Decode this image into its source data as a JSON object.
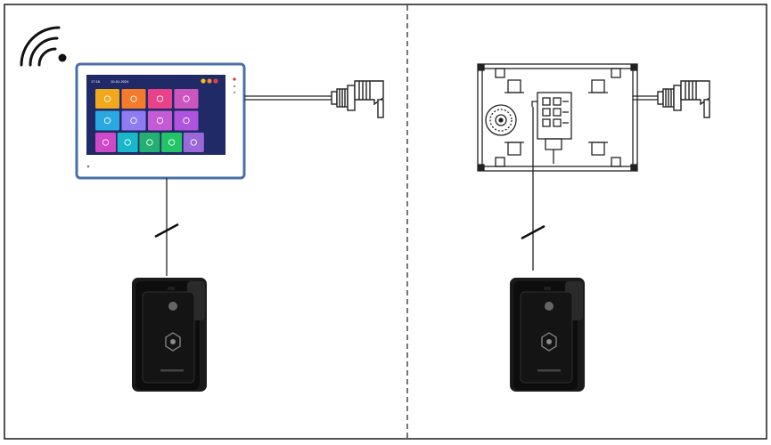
{
  "panels": [
    {
      "name": "Wireless connection",
      "monitor": {
        "status_time": "17:16",
        "status_date": "10-01-2024",
        "tile_colors": [
          "#f2a81d",
          "#f47a2c",
          "#e9428b",
          "#cc55c0",
          "#2aa8e0",
          "#8e7cf0",
          "#c45bd4",
          "#b054e0",
          "#cf48c7",
          "#18b7c9",
          "#23b070",
          "#22c466",
          "#9a68d8"
        ],
        "tile_icons": [
          "camera-icon",
          "music-icon",
          "gallery-icon",
          "settings-icon",
          "calendar-icon",
          "phone-icon",
          "door-icon",
          "lock-icon",
          "volume-icon",
          "volume-icon",
          "door-icon",
          "camera-icon",
          "speaker-icon"
        ]
      },
      "connections": [
        "wifi-signal",
        "two-wire-cable",
        "power-adapter"
      ]
    },
    {
      "name": "Wired connection (rear view)",
      "connections": [
        "two-wire-cable",
        "power-adapter"
      ]
    }
  ],
  "colors": {
    "frame": "#1a1a1a",
    "monitor_border": "#4a6fa5",
    "screen_bg": "#1f2a66",
    "doorbell_body": "#111111",
    "doorbell_button": "#6a6a6a"
  }
}
